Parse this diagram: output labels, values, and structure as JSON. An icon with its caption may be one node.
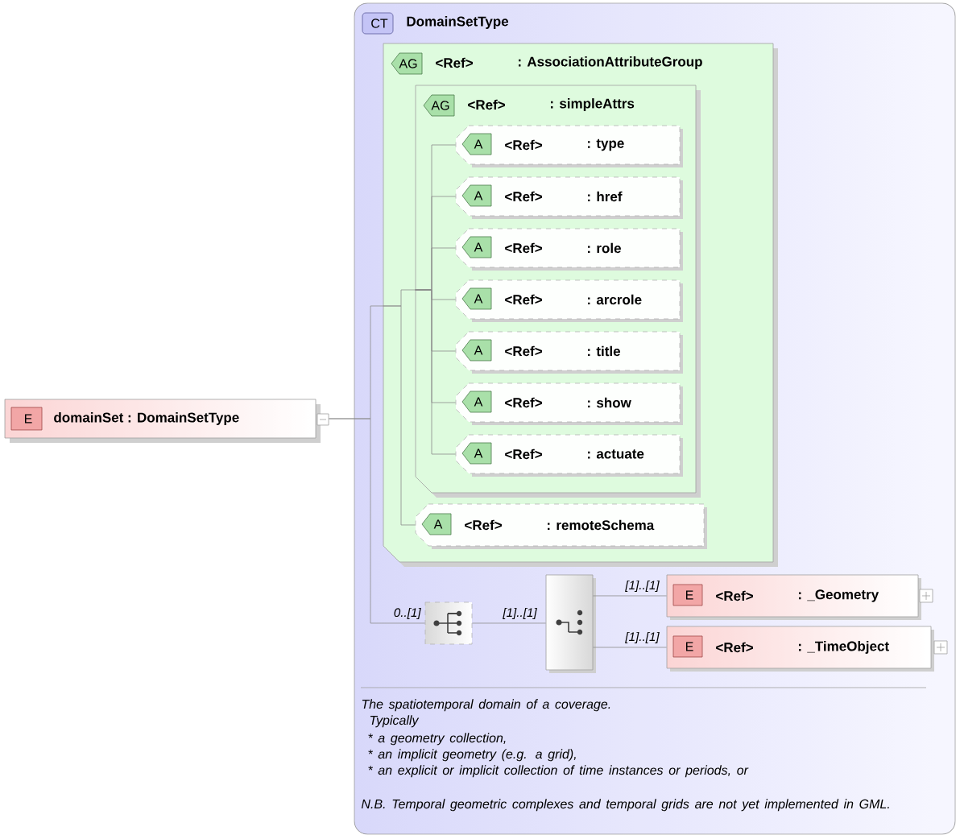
{
  "diagram": {
    "nodes": [
      {
        "text": [
          "E",
          "domainSet : DomainSetType"
        ]
      },
      {
        "text": [
          "CT",
          "DomainSetType",
          "The spatiotemporal domain of a coverage.",
          "Typically",
          "* a geometry collection,",
          "* an implicit geometry (e.g. a grid),",
          "* an explicit or implicit collection of time instances or periods, or",
          "N.B. Temporal geometric complexes and temporal grids are not yet implemented in GML."
        ]
      },
      {
        "text": [
          "AG",
          "<Ref>",
          ": AssociationAttributeGroup"
        ],
        "in": 1
      },
      {
        "text": [
          "AG",
          "<Ref>",
          ": simpleAttrs"
        ],
        "in": 2
      },
      {
        "text": [
          "A",
          "<Ref>",
          ": type"
        ],
        "in": 3
      },
      {
        "text": [
          "A",
          "<Ref>",
          ": href"
        ],
        "in": 3
      },
      {
        "text": [
          "A",
          "<Ref>",
          ": role"
        ],
        "in": 3
      },
      {
        "text": [
          "A",
          "<Ref>",
          ": arcrole"
        ],
        "in": 3
      },
      {
        "text": [
          "A",
          "<Ref>",
          ": title"
        ],
        "in": 3
      },
      {
        "text": [
          "A",
          "<Ref>",
          ": show"
        ],
        "in": 3
      },
      {
        "text": [
          "A",
          "<Ref>",
          ": actuate"
        ],
        "in": 3
      },
      {
        "text": [
          "A",
          "<Ref>",
          ": remoteSchema"
        ],
        "in": 2
      },
      {
        "text": [],
        "shape": "box",
        "in": 1
      },
      {
        "text": [],
        "shape": "box",
        "in": 1
      },
      {
        "text": [
          "E",
          "<Ref>",
          ": _Geometry"
        ],
        "in": 1
      },
      {
        "text": [
          "E",
          "<Ref>",
          ": _TimeObject"
        ],
        "in": 1
      }
    ],
    "edges": [
      {
        "from": 0,
        "to": 2,
        "arrow": "none"
      },
      {
        "from": 0,
        "to": 12,
        "arrow": "none",
        "label": "0..[1]"
      },
      {
        "from": 2,
        "to": 3,
        "arrow": "none"
      },
      {
        "from": 2,
        "to": 11,
        "arrow": "none"
      },
      {
        "from": 3,
        "to": 4,
        "arrow": "none"
      },
      {
        "from": 3,
        "to": 5,
        "arrow": "none"
      },
      {
        "from": 3,
        "to": 6,
        "arrow": "none"
      },
      {
        "from": 3,
        "to": 7,
        "arrow": "none"
      },
      {
        "from": 3,
        "to": 8,
        "arrow": "none"
      },
      {
        "from": 3,
        "to": 9,
        "arrow": "none"
      },
      {
        "from": 3,
        "to": 10,
        "arrow": "none"
      },
      {
        "from": 12,
        "to": 13,
        "arrow": "none",
        "label": "[1]..[1]"
      },
      {
        "from": 13,
        "to": 14,
        "arrow": "none",
        "label": "[1]..[1]"
      },
      {
        "from": 13,
        "to": 15,
        "arrow": "none",
        "label": "[1]..[1]"
      }
    ]
  }
}
